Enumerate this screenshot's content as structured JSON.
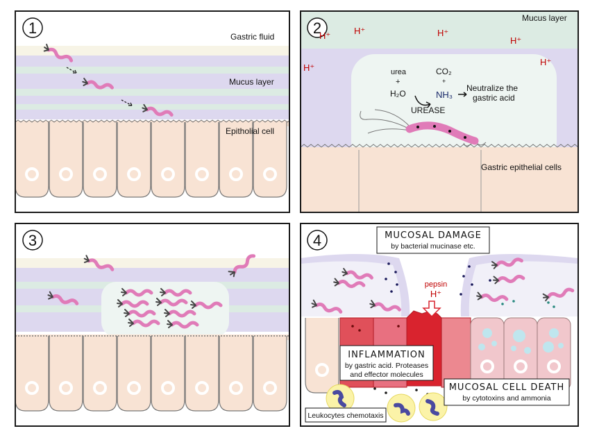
{
  "panels": {
    "p1": {
      "number": "1",
      "labels": {
        "gastric_fluid": "Gastric fluid",
        "mucus_layer": "Mucus layer",
        "epithelial_cell": "Epitholial cell"
      }
    },
    "p2": {
      "number": "2",
      "labels": {
        "mucus_layer": "Mucus layer",
        "gastric_epithelial_cells": "Gastric epithelial cells",
        "urea": "urea",
        "plus1": "+",
        "h2o": "H₂O",
        "co2": "CO₂",
        "plus2": "+",
        "nh3": "NH₃",
        "urease": "UREASE",
        "neutralize1": "Neutralize the",
        "neutralize2": "gastric acid",
        "h_ion": "H⁺"
      }
    },
    "p3": {
      "number": "3"
    },
    "p4": {
      "number": "4",
      "mucosal_damage": {
        "title": "MUCOSAL DAMAGE",
        "subtitle": "by bacterial mucinase etc."
      },
      "pepsin": "pepsin",
      "h_ion": "H⁺",
      "inflammation": {
        "title": "INFLAMMATION",
        "line1": "by gastric acid. Proteases",
        "line2": "and effector molecules"
      },
      "cell_death": {
        "title": "MUCOSAL CELL DEATH",
        "subtitle": "by cytotoxins and ammonia"
      },
      "leukocytes": "Leukocytes chemotaxis"
    }
  },
  "colors": {
    "border": "#1a1a1a",
    "fluid": "#f7f4e6",
    "mucus_purple": "#ddd8ef",
    "mucus_green": "#dcebe3",
    "cell": "#f8e3d4",
    "bacterium": "#e07bb8",
    "inflamed": "#d9232e",
    "hplus": "#c00000"
  }
}
